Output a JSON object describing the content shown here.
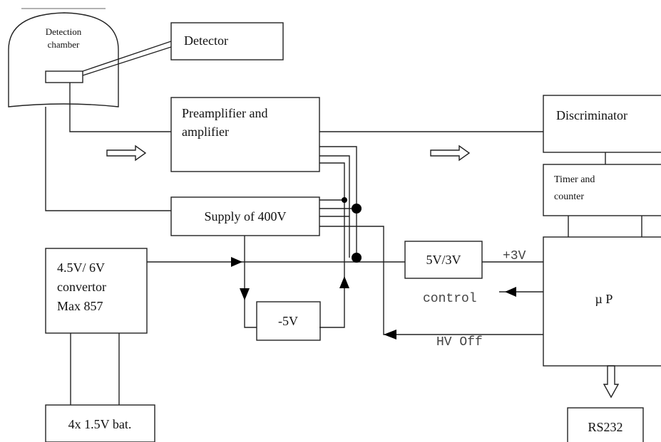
{
  "blocks": {
    "chamber": [
      "Detection",
      "chamber"
    ],
    "detector": "Detector",
    "preamp": [
      "Preamplifier and",
      "amplifier"
    ],
    "discriminator": "Discriminator",
    "timer": [
      "Timer and",
      "counter"
    ],
    "supply": "Supply of 400V",
    "convertor": [
      "4.5V/ 6V",
      "convertor",
      "Max 857"
    ],
    "regulator": "5V/3V",
    "neg5": "-5V",
    "up": "µ P",
    "battery": "4x 1.5V bat.",
    "rs232": "RS232"
  },
  "signals": {
    "plus3v": "+3V",
    "control": "control",
    "hv_off": "HV Off"
  }
}
